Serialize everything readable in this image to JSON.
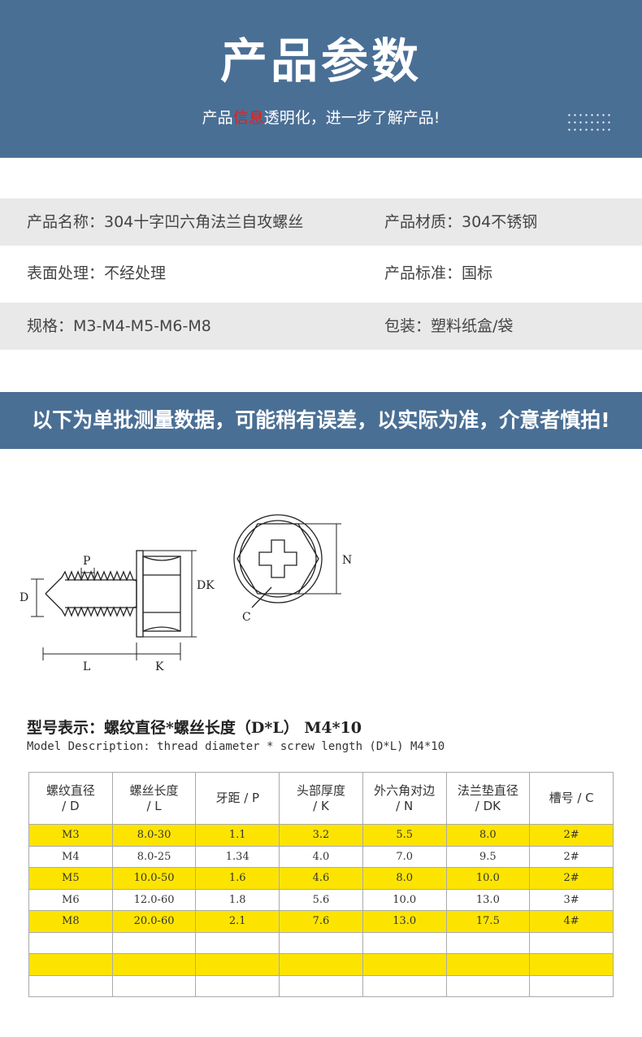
{
  "header": {
    "title": "产品参数",
    "subtitle_before": "产品",
    "subtitle_highlight": "信息",
    "subtitle_after": "透明化，进一步了解产品!"
  },
  "info": [
    {
      "left": "产品名称：304十字凹六角法兰自攻螺丝",
      "right": "产品材质：304不锈钢"
    },
    {
      "left": "表面处理：不经处理",
      "right": "产品标准：国标"
    },
    {
      "left": "规格：M3-M4-M5-M6-M8",
      "right": "包装：塑料纸盒/袋"
    }
  ],
  "notice": "以下为单批测量数据，可能稍有误差，以实际为准，介意者慎拍!",
  "diagram": {
    "labels": {
      "P": "P",
      "D": "D",
      "DK": "DK",
      "L": "L",
      "K": "K",
      "N": "N",
      "C": "C"
    }
  },
  "model": {
    "title": "型号表示：螺纹直径*螺丝长度（D*L） M4*10",
    "subtitle": "Model Description: thread diameter * screw length (D*L) M4*10"
  },
  "table": {
    "headers": [
      [
        "螺纹直径",
        "/ D"
      ],
      [
        "螺丝长度",
        "/ L"
      ],
      [
        "牙距 / P",
        ""
      ],
      [
        "头部厚度",
        "/ K"
      ],
      [
        "外六角对边",
        "/ N"
      ],
      [
        "法兰垫直径",
        "/ DK"
      ],
      [
        "槽号 / C",
        ""
      ]
    ],
    "rows": [
      [
        "M3",
        "8.0-30",
        "1.1",
        "3.2",
        "5.5",
        "8.0",
        "2#"
      ],
      [
        "M4",
        "8.0-25",
        "1.34",
        "4.0",
        "7.0",
        "9.5",
        "2#"
      ],
      [
        "M5",
        "10.0-50",
        "1.6",
        "4.6",
        "8.0",
        "10.0",
        "2#"
      ],
      [
        "M6",
        "12.0-60",
        "1.8",
        "5.6",
        "10.0",
        "13.0",
        "3#"
      ],
      [
        "M8",
        "20.0-60",
        "2.1",
        "7.6",
        "13.0",
        "17.5",
        "4#"
      ],
      [
        "",
        "",
        "",
        "",
        "",
        "",
        ""
      ],
      [
        "",
        "",
        "",
        "",
        "",
        "",
        ""
      ],
      [
        "",
        "",
        "",
        "",
        "",
        "",
        ""
      ]
    ]
  },
  "colors": {
    "banner": "#4a6f95",
    "highlight": "#e02020",
    "row_yellow": "#fde400",
    "row_shaded": "#e9e9e9"
  }
}
